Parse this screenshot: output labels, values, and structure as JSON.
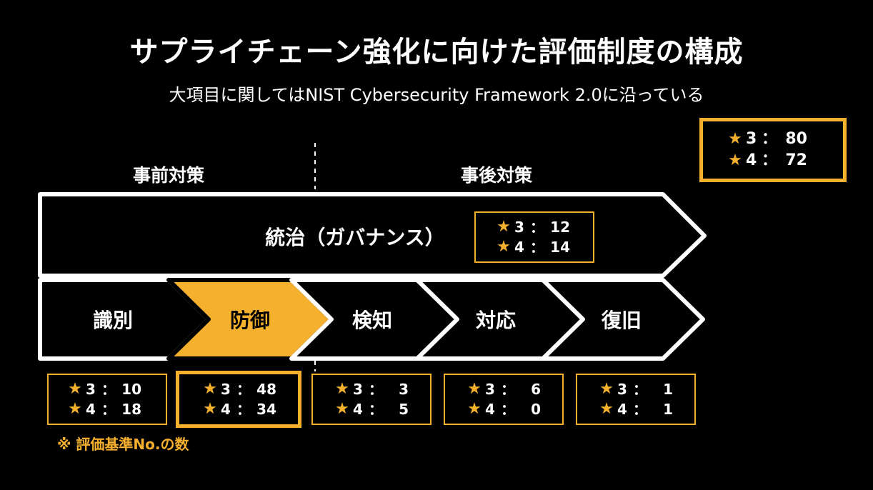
{
  "title": "サプライチェーン強化に向けた評価制度の構成",
  "subtitle": "大項目に関してはNIST Cybersecurity Framework 2.0に沿っている",
  "phases": {
    "pre": "事前対策",
    "post": "事後対策"
  },
  "star_symbol": "★",
  "colon": "：",
  "level3": "3",
  "level4": "4",
  "total": {
    "star3": "80",
    "star4": "72"
  },
  "governance": {
    "label": "統治（ガバナンス）",
    "star3": "12",
    "star4": "14"
  },
  "functions": [
    {
      "label": "識別",
      "star3": "10",
      "star4": "18",
      "highlighted": false
    },
    {
      "label": "防御",
      "star3": "48",
      "star4": "34",
      "highlighted": true
    },
    {
      "label": "検知",
      "star3": "3",
      "star4": "5",
      "highlighted": false
    },
    {
      "label": "対応",
      "star3": "6",
      "star4": "0",
      "highlighted": false
    },
    {
      "label": "復旧",
      "star3": "1",
      "star4": "1",
      "highlighted": false
    }
  ],
  "note": "※ 評価基準No.の数",
  "colors": {
    "accent": "#f5b12d",
    "background": "#000000",
    "stroke": "#ffffff"
  }
}
